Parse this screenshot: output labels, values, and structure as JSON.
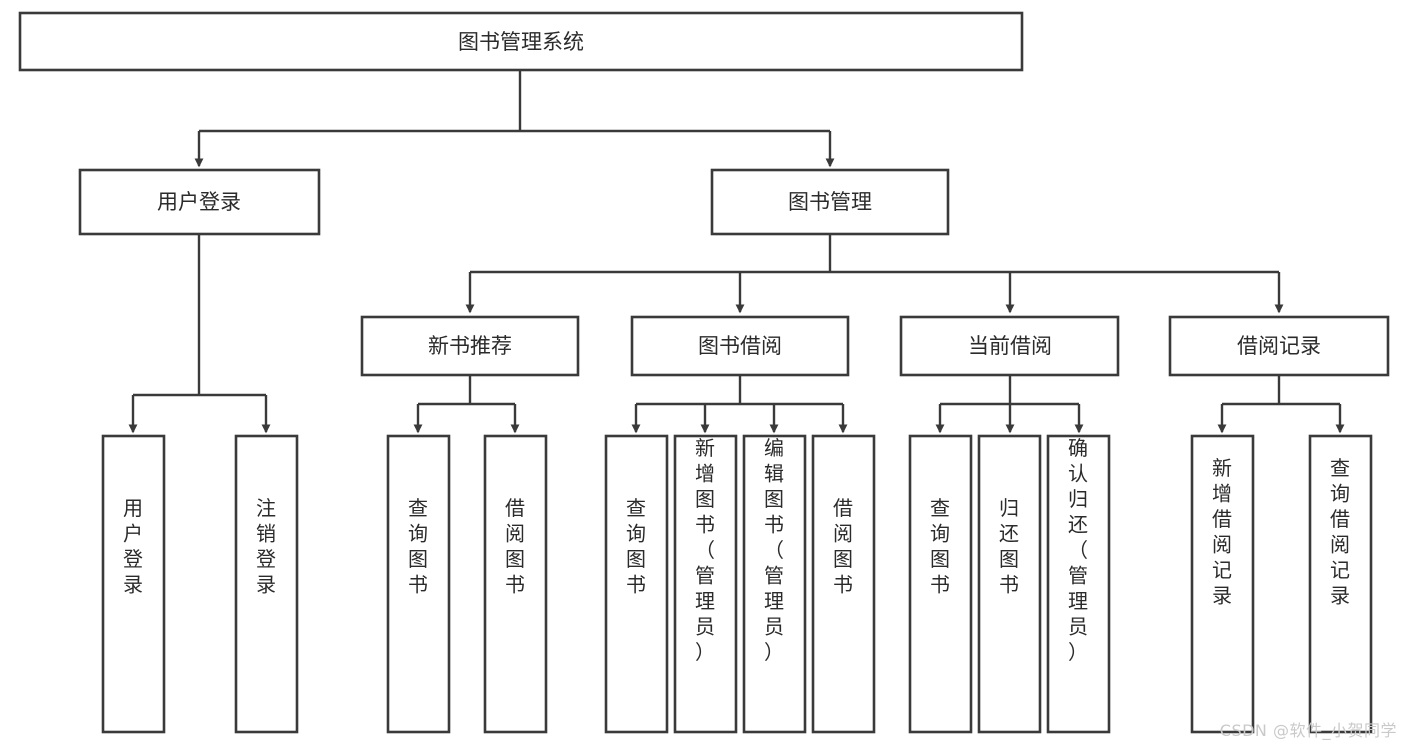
{
  "diagram": {
    "type": "tree-hierarchy",
    "title": "图书管理系统",
    "orientation": "top-down",
    "colors": {
      "box_stroke": "#3a3a3a",
      "box_fill": "#ffffff",
      "edge": "#3a3a3a",
      "text": "#2b2b2b",
      "background": "#ffffff",
      "watermark": "#c9c9c9"
    },
    "levels": {
      "root": {
        "label": "图书管理系统"
      },
      "level2": [
        {
          "label": "用户登录"
        },
        {
          "label": "图书管理"
        }
      ],
      "level3": [
        {
          "label": "新书推荐"
        },
        {
          "label": "图书借阅"
        },
        {
          "label": "当前借阅"
        },
        {
          "label": "借阅记录"
        }
      ],
      "leaves": {
        "user_login": [
          {
            "label": "用户登录"
          },
          {
            "label": "注销登录"
          }
        ],
        "new_book_recommend": [
          {
            "label": "查询图书"
          },
          {
            "label": "借阅图书"
          }
        ],
        "book_borrow": [
          {
            "label": "查询图书"
          },
          {
            "label": "新增图书（管理员）"
          },
          {
            "label": "编辑图书（管理员）"
          },
          {
            "label": "借阅图书"
          }
        ],
        "current_borrow": [
          {
            "label": "查询图书"
          },
          {
            "label": "归还图书"
          },
          {
            "label": "确认归还（管理员）"
          }
        ],
        "borrow_record": [
          {
            "label": "新增借阅记录"
          },
          {
            "label": "查询借阅记录"
          }
        ]
      }
    }
  },
  "watermark": {
    "text": "CSDN @软件_小贺同学"
  }
}
